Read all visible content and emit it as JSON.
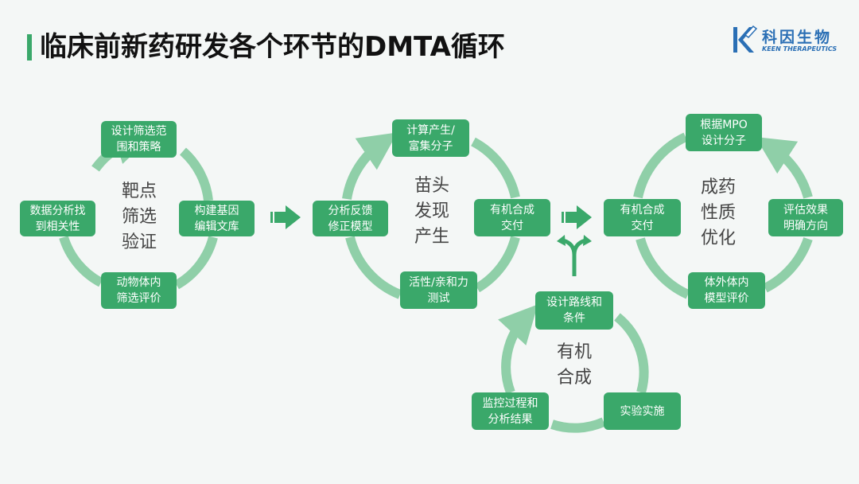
{
  "title": "临床前新药研发各个环节的DMTA循环",
  "logo": {
    "cn": "科因生物",
    "en": "KEEN THERAPEUTICS",
    "color": "#2a6fb5"
  },
  "colors": {
    "box": "#3aa86a",
    "ring": "#8fcfa8",
    "arrow": "#3aa86a",
    "title_bar": "#3aa86a"
  },
  "cycles": [
    {
      "name": "target-screening",
      "center": "靶点\n筛选\n验证",
      "boxes": {
        "top": "设计筛选范\n围和策略",
        "right": "构建基因\n编辑文库",
        "bottom": "动物体内\n筛选评价",
        "left": "数据分析找\n到相关性"
      }
    },
    {
      "name": "hit-discovery",
      "center": "苗头\n发现\n产生",
      "boxes": {
        "top": "计算产生/\n富集分子",
        "right": "有机合成\n交付",
        "bottom": "活性/亲和力\n测试",
        "left": "分析反馈\n修正模型"
      }
    },
    {
      "name": "drug-property-optimization",
      "center": "成药\n性质\n优化",
      "boxes": {
        "top": "根据MPO\n设计分子",
        "right": "评估效果\n明确方向",
        "bottom": "体外体内\n模型评价",
        "left": "有机合成\n交付"
      }
    },
    {
      "name": "organic-synthesis",
      "center": "有机\n合成",
      "boxes": {
        "top": "设计路线和\n条件",
        "bottom_right": "实验实施",
        "bottom_left": "监控过程和\n分析结果"
      }
    }
  ]
}
